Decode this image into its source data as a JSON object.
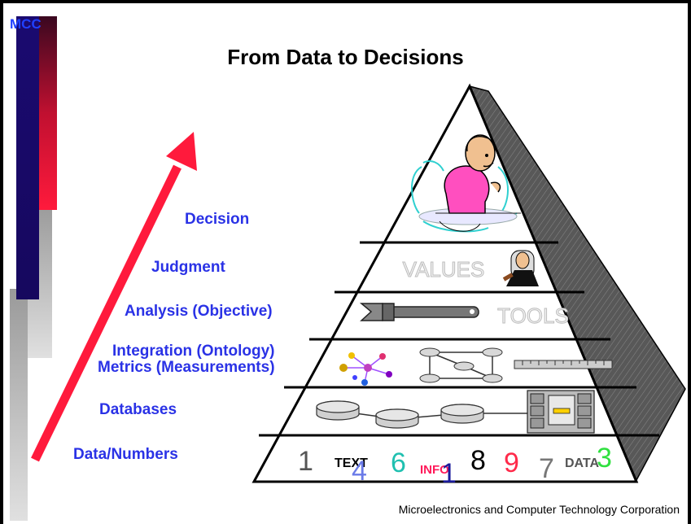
{
  "slide": {
    "logo": "MCC",
    "title": "From Data to Decisions",
    "footer": "Microelectronics and Computer Technology Corporation"
  },
  "levels": [
    {
      "label": "Decision"
    },
    {
      "label": "Judgment"
    },
    {
      "label": "Analysis (Objective)"
    },
    {
      "label": "Integration (Ontology)"
    },
    {
      "label": "Metrics (Measurements)"
    },
    {
      "label": "Databases"
    },
    {
      "label": "Data/Numbers"
    }
  ],
  "pyramid": {
    "values_label": "VALUES",
    "tools_label": "TOOLS",
    "data_tokens": [
      "1",
      "TEXT",
      "4",
      "6",
      "INFO",
      "1",
      "8",
      "9",
      "7",
      "DATA",
      "3"
    ]
  },
  "colors": {
    "arrow": "#ff1a3c",
    "label_blue": "#2a32e6",
    "sidebar_red": "#ff1a3c",
    "sidebar_navy": "#1a0a70",
    "sidebar_grey": "#c8c8c8"
  }
}
